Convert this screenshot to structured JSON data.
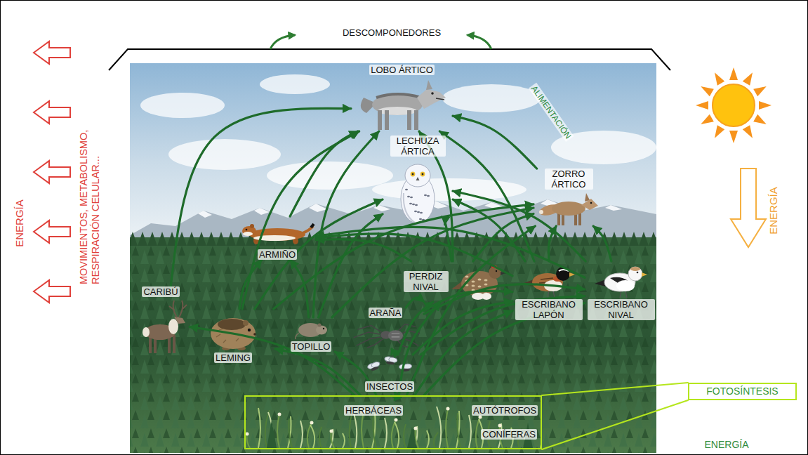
{
  "diagram": {
    "nodes": [
      {
        "text": [
          "LOBO ÁRTICO"
        ]
      },
      {
        "text": [
          "LECHUZA ÁRTICA"
        ]
      },
      {
        "text": [
          "ZORRO ÁRTICO"
        ]
      },
      {
        "text": [
          "ARMIÑO"
        ]
      },
      {
        "text": [
          "PERDIZ NIVAL"
        ]
      },
      {
        "text": [
          "ESCRIBANO LAPÓN"
        ]
      },
      {
        "text": [
          "ESCRIBANO NIVAL"
        ]
      },
      {
        "text": [
          "CARIBÚ"
        ]
      },
      {
        "text": [
          "LEMING"
        ]
      },
      {
        "text": [
          "TOPILLO"
        ]
      },
      {
        "text": [
          "ARAÑA"
        ]
      },
      {
        "text": [
          "INSECTOS"
        ]
      },
      {
        "text": [
          "HERBÁCEAS",
          "AUTÓTROFOS",
          "CONÍFERAS"
        ]
      },
      {
        "text": [
          "FOTOSÍNTESIS"
        ]
      }
    ],
    "edges": [
      {
        "from": 12,
        "to": 7,
        "arrow": "to"
      },
      {
        "from": 12,
        "to": 8,
        "arrow": "to"
      },
      {
        "from": 12,
        "to": 9,
        "arrow": "to"
      },
      {
        "from": 12,
        "to": 11,
        "arrow": "to"
      },
      {
        "from": 12,
        "to": 4,
        "arrow": "to"
      },
      {
        "from": 12,
        "to": 5,
        "arrow": "to"
      },
      {
        "from": 12,
        "to": 6,
        "arrow": "to"
      },
      {
        "from": 12,
        "to": 2,
        "arrow": "to"
      },
      {
        "from": 7,
        "to": 0,
        "arrow": "to"
      },
      {
        "from": 8,
        "to": 0,
        "arrow": "to"
      },
      {
        "from": 8,
        "to": 3,
        "arrow": "to"
      },
      {
        "from": 8,
        "to": 1,
        "arrow": "to"
      },
      {
        "from": 8,
        "to": 2,
        "arrow": "to"
      },
      {
        "from": 9,
        "to": 3,
        "arrow": "to"
      },
      {
        "from": 9,
        "to": 0,
        "arrow": "to"
      },
      {
        "from": 9,
        "to": 1,
        "arrow": "to"
      },
      {
        "from": 9,
        "to": 2,
        "arrow": "to"
      },
      {
        "from": 11,
        "to": 10,
        "arrow": "to"
      },
      {
        "from": 11,
        "to": 4,
        "arrow": "to"
      },
      {
        "from": 11,
        "to": 5,
        "arrow": "to"
      },
      {
        "from": 11,
        "to": 6,
        "arrow": "to"
      },
      {
        "from": 10,
        "to": 4,
        "arrow": "to"
      },
      {
        "from": 10,
        "to": 5,
        "arrow": "to"
      },
      {
        "from": 10,
        "to": 6,
        "arrow": "to"
      },
      {
        "from": 4,
        "to": 0,
        "arrow": "to"
      },
      {
        "from": 4,
        "to": 1,
        "arrow": "to"
      },
      {
        "from": 4,
        "to": 2,
        "arrow": "to"
      },
      {
        "from": 4,
        "to": 3,
        "arrow": "to"
      },
      {
        "from": 5,
        "to": 3,
        "arrow": "to"
      },
      {
        "from": 5,
        "to": 1,
        "arrow": "to"
      },
      {
        "from": 5,
        "to": 2,
        "arrow": "to"
      },
      {
        "from": 5,
        "to": 0,
        "arrow": "to"
      },
      {
        "from": 6,
        "to": 3,
        "arrow": "to"
      },
      {
        "from": 6,
        "to": 1,
        "arrow": "to"
      },
      {
        "from": 6,
        "to": 2,
        "arrow": "to"
      },
      {
        "from": 2,
        "to": 0,
        "arrow": "to"
      },
      {
        "from": 3,
        "to": 0,
        "arrow": "to"
      },
      {
        "from": 12,
        "to": 13,
        "arrow": "none"
      }
    ],
    "labels": [
      "DESCOMPONEDORES",
      "ENERGÍA",
      "MOVIMIENTOS, METABOLISMO, RESPIRACIÓN CELULAR...",
      "ALIMENTACIÓN",
      "ENERGÍA",
      "ENERGÍA"
    ]
  }
}
